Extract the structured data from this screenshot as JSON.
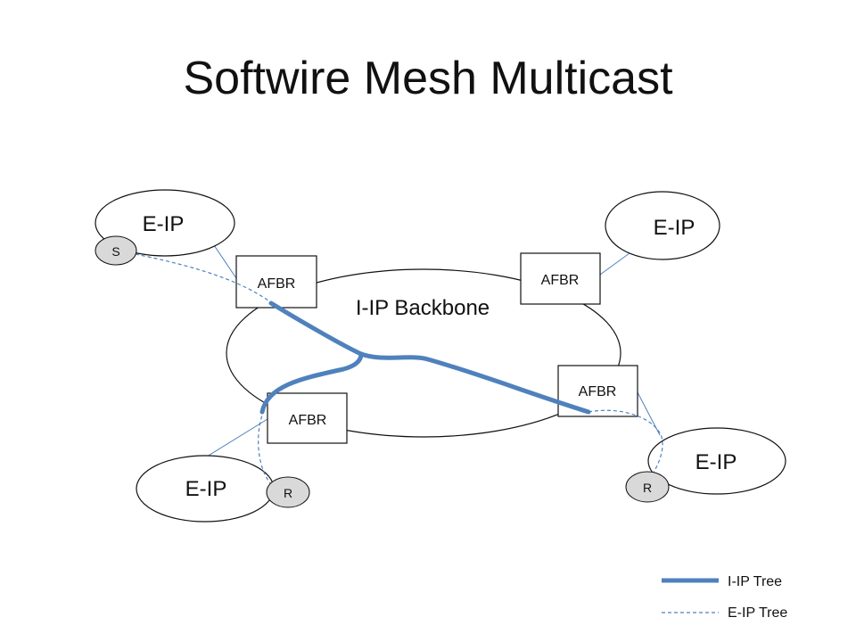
{
  "title": "Softwire Mesh Multicast",
  "backbone_label": "I-IP Backbone",
  "eip": {
    "top_left": "E-IP",
    "top_right": "E-IP",
    "bottom_left": "E-IP",
    "bottom_right": "E-IP"
  },
  "afbr": {
    "top_left": "AFBR",
    "top_right": "AFBR",
    "bottom_left": "AFBR",
    "bottom_right": "AFBR"
  },
  "nodes": {
    "source": "S",
    "receiver_left": "R",
    "receiver_right": "R"
  },
  "legend": {
    "iip_tree": "I-IP Tree",
    "eip_tree": "E-IP Tree"
  },
  "colors": {
    "iip_tree": "#4f81bd",
    "eip_tree": "#4f81bd",
    "node_fill": "#d9d9d9"
  }
}
